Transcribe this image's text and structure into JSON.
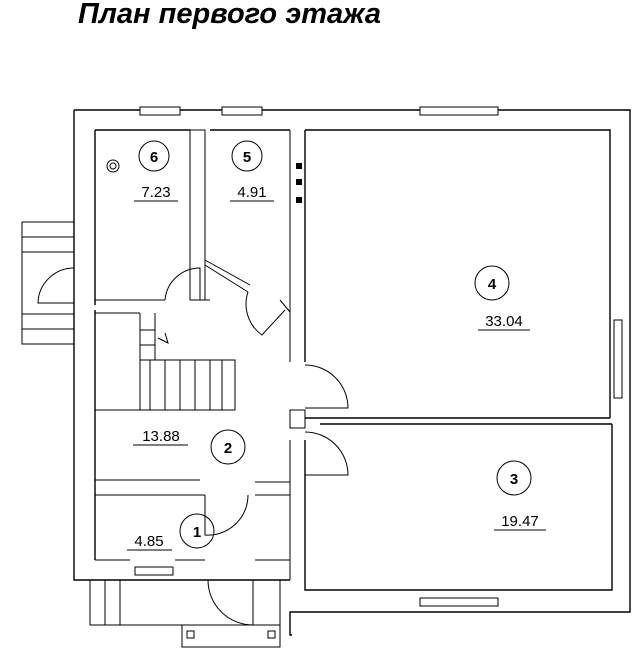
{
  "title": "План первого этажа",
  "rooms": [
    {
      "number": "1",
      "area": "4.85"
    },
    {
      "number": "2",
      "area": "13.88"
    },
    {
      "number": "3",
      "area": "19.47"
    },
    {
      "number": "4",
      "area": "33.04"
    },
    {
      "number": "5",
      "area": "4.91"
    },
    {
      "number": "6",
      "area": "7.23"
    }
  ]
}
